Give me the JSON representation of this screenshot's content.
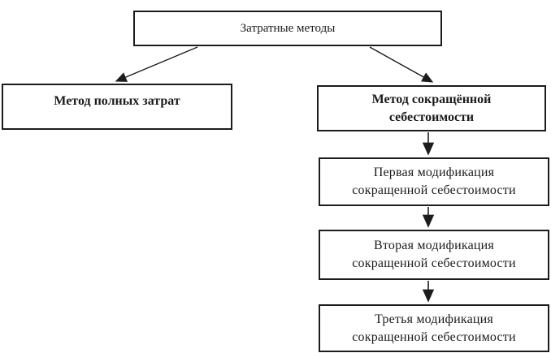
{
  "diagram": {
    "title": "Затратные методы (схема)",
    "colors": {
      "background": "#ffffff",
      "border": "#1c1c1c",
      "text": "#1c1c1c",
      "arrow": "#1c1c1c"
    },
    "nodes": {
      "root": {
        "label": "Затратные методы"
      },
      "full_cost": {
        "label": "Метод полных затрат"
      },
      "reduced_cost": {
        "line1": "Метод сокращённой",
        "line2": "себестоимости"
      },
      "mod1": {
        "line1": "Первая модификация",
        "line2": "сокращенной себестоимости"
      },
      "mod2": {
        "line1": "Вторая модификация",
        "line2": "сокращенной себестоимости"
      },
      "mod3": {
        "line1": "Третья модификация",
        "line2": "сокращенной себестоимости"
      }
    },
    "edges": [
      {
        "from": "root",
        "to": "full_cost"
      },
      {
        "from": "root",
        "to": "reduced_cost"
      },
      {
        "from": "reduced_cost",
        "to": "mod1"
      },
      {
        "from": "mod1",
        "to": "mod2"
      },
      {
        "from": "mod2",
        "to": "mod3"
      }
    ]
  }
}
